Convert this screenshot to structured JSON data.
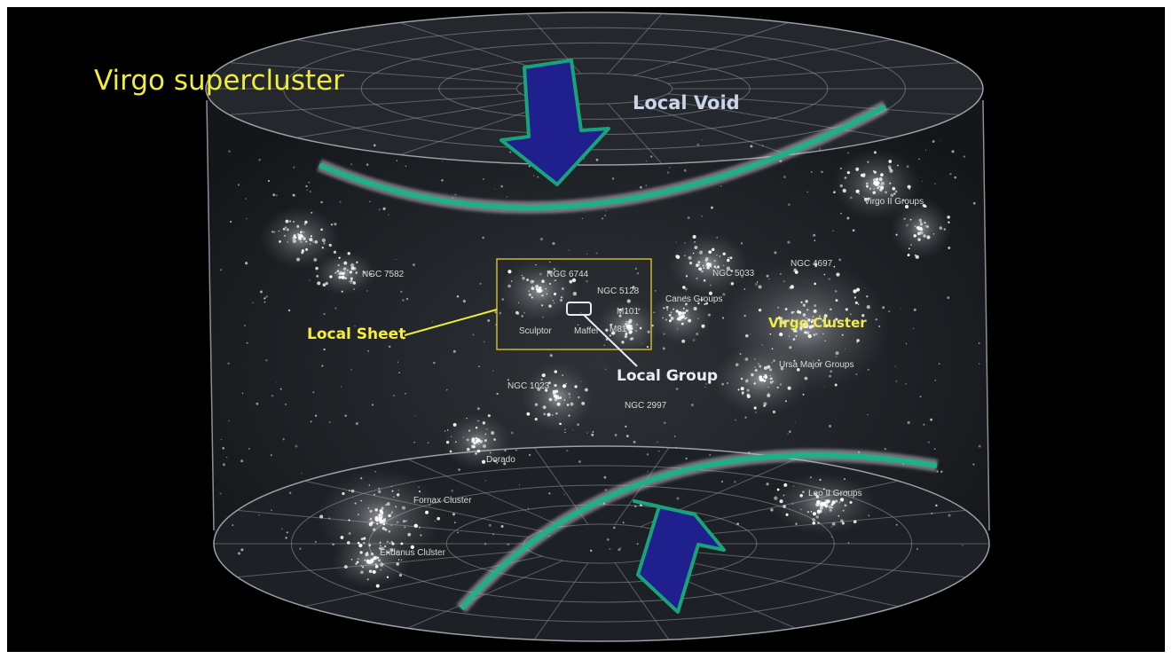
{
  "title": "Virgo supercluster",
  "regions": {
    "local_void": "Local Void",
    "local_sheet": "Local Sheet",
    "local_group": "Local Group",
    "virgo_cluster": "Virgo Cluster"
  },
  "galaxy_labels": [
    "NGC 7582",
    "NGC 6744",
    "NGC 5128",
    "M101",
    "M81",
    "Sculptor",
    "Maffei",
    "NGC 5033",
    "NGC 4697",
    "Canes Groups",
    "Virgo II Groups",
    "Ursa Major Groups",
    "NGC 1023",
    "NGC 2997",
    "Dorado",
    "Fornax Cluster",
    "Eridanus Cluster",
    "Leo II Groups"
  ],
  "colors": {
    "background": "#000000",
    "title": "#f0ec3a",
    "arrow_fill": "#1f1f8e",
    "arrow_outline": "#19a37a",
    "sheet_curve": "#1fb08a",
    "local_sheet_box": "#c9b92a"
  },
  "arrows": [
    {
      "direction": "down",
      "icon": "down-arrow-icon"
    },
    {
      "direction": "up",
      "icon": "up-arrow-icon"
    }
  ]
}
